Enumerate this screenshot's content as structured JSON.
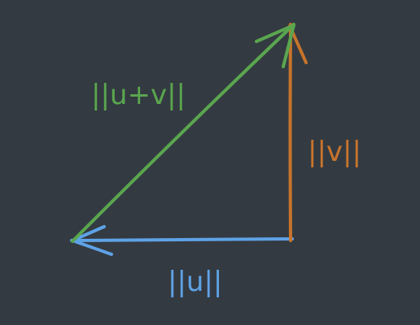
{
  "diagram": {
    "colors": {
      "background": "#343a41",
      "u": "#5ea2e6",
      "v": "#c8742c",
      "sum": "#5aa64f"
    },
    "vectors": [
      {
        "id": "u",
        "label": "||u||",
        "color": "#5ea2e6"
      },
      {
        "id": "v",
        "label": "||v||",
        "color": "#c8742c"
      },
      {
        "id": "sum",
        "label": "||u+v||",
        "color": "#5aa64f"
      }
    ]
  }
}
